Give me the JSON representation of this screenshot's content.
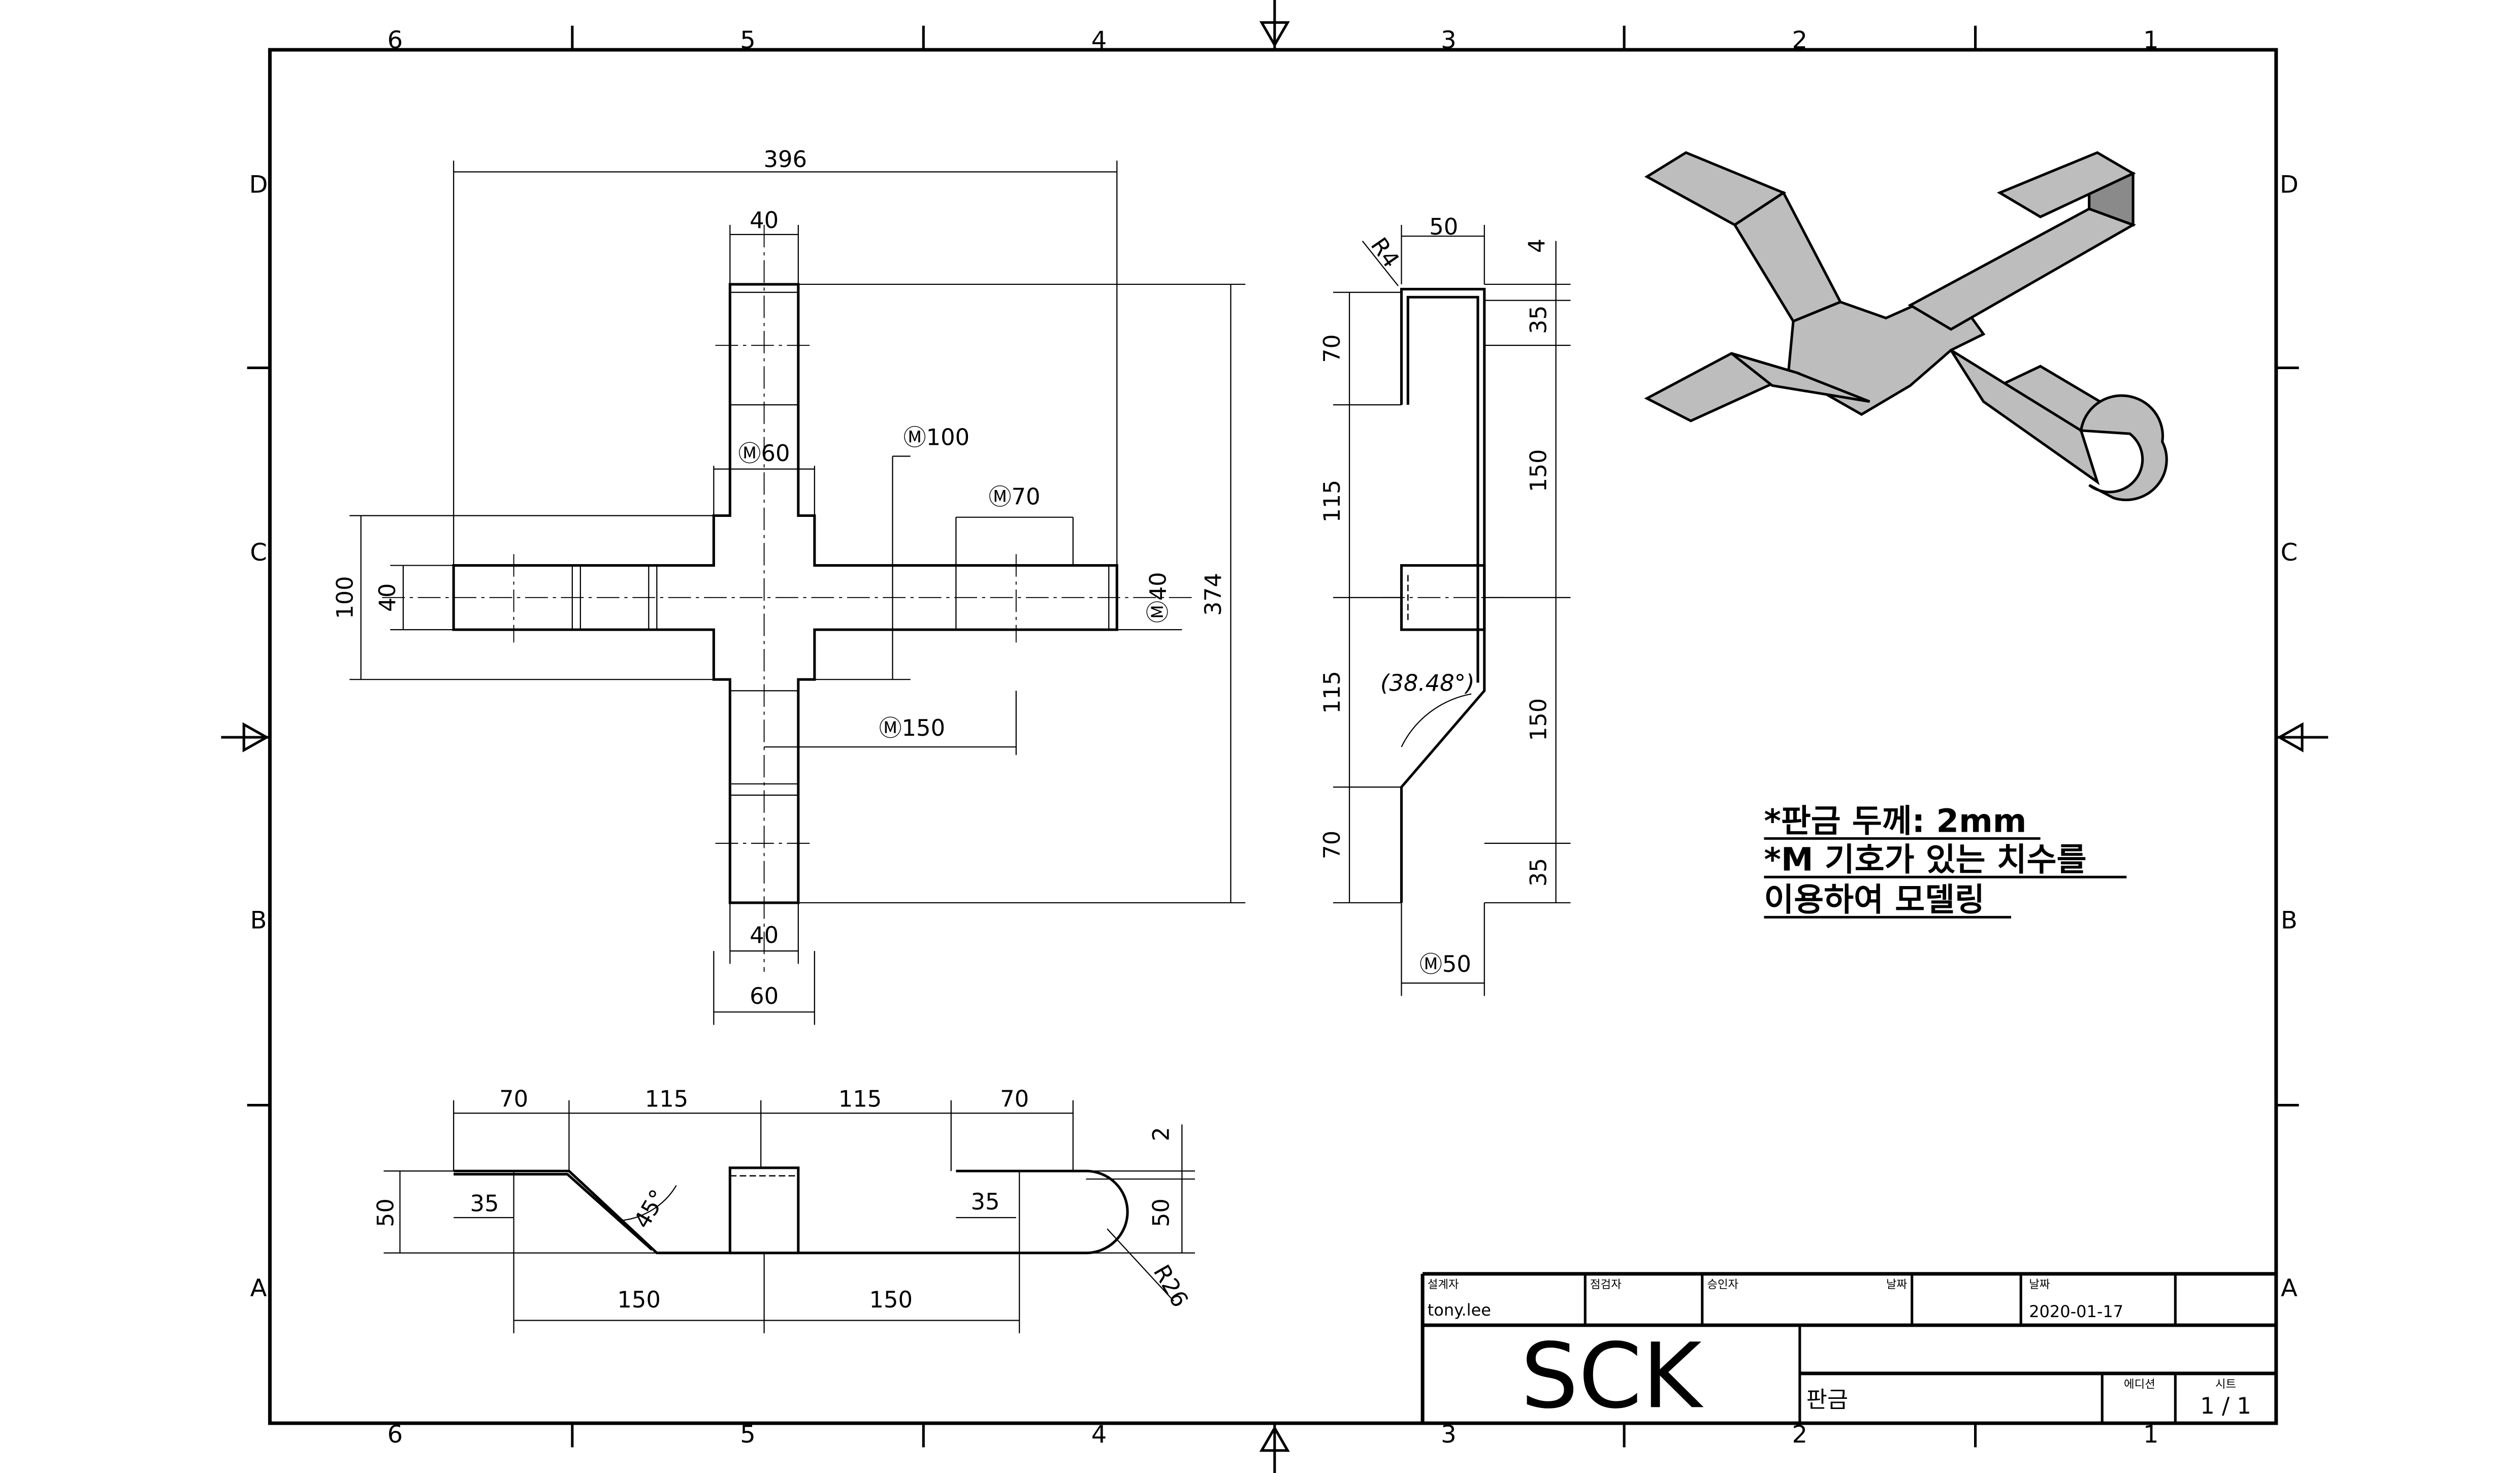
{
  "zones": {
    "columns": [
      "6",
      "5",
      "4",
      "3",
      "2",
      "1"
    ],
    "rows": [
      "D",
      "C",
      "B",
      "A"
    ]
  },
  "flat_view": {
    "dims": {
      "overall_width": "396",
      "top_width": "40",
      "m60": "Ⓜ60",
      "m100": "Ⓜ100",
      "m70": "Ⓜ70",
      "m40": "Ⓜ40",
      "overall_height": "374",
      "height_100": "100",
      "height_40": "40",
      "m150": "Ⓜ150",
      "bottom_width": "40",
      "center_width": "60"
    }
  },
  "side_view": {
    "dims": {
      "radius": "R4",
      "top_width": "50",
      "thick": "4",
      "left": [
        "70",
        "115",
        "115",
        "70"
      ],
      "right": [
        "35",
        "150",
        "150",
        "35"
      ],
      "angle": "(38.48°)",
      "bottom": "Ⓜ50"
    }
  },
  "bottom_view": {
    "dims": {
      "top": [
        "70",
        "115",
        "115",
        "70"
      ],
      "height": "50",
      "left_35": "35",
      "angle": "45°",
      "right_35": "35",
      "thick": "2",
      "right_50": "50",
      "radius": "R26",
      "bottom": [
        "150",
        "150"
      ]
    }
  },
  "notes": [
    "*판금 두께: 2mm",
    "*M 기호가 있는 치수를",
    "이용하여 모델링"
  ],
  "title_block": {
    "designer_label": "설계자",
    "designer": "tony.lee",
    "checker_label": "점검자",
    "approver_label": "승인자",
    "date_label_1": "날짜",
    "date_label_2": "날짜",
    "date": "2020-01-17",
    "logo": "SCK",
    "title": "판금",
    "edition_label": "에디션",
    "sheet_label": "시트",
    "sheet": "1 / 1"
  }
}
